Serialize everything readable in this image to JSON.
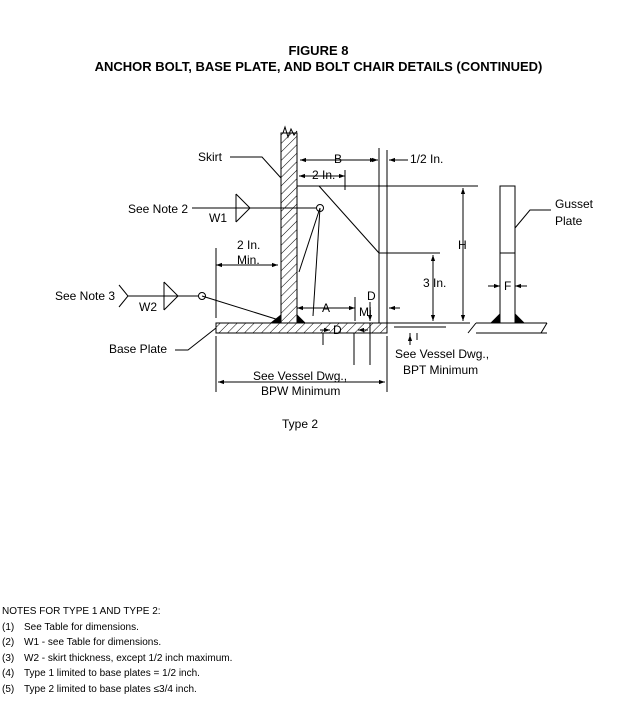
{
  "figure": {
    "number": "FIGURE 8",
    "title": "ANCHOR BOLT, BASE PLATE, AND BOLT CHAIR DETAILS (CONTINUED)"
  },
  "labels": {
    "skirt": "Skirt",
    "see_note_2": "See Note 2",
    "w1": "W1",
    "see_note_3": "See Note 3",
    "w2": "W2",
    "base_plate": "Base Plate",
    "two_in_min_1": "2 In.",
    "two_in_min_2": "Min.",
    "b": "B",
    "two_in": "2 In.",
    "half_in": "1/2 In.",
    "gusset_1": "Gusset",
    "gusset_2": "Plate",
    "h": "H",
    "three_in": "3 In.",
    "f": "F",
    "a": "A",
    "d_upper": "D",
    "mi": "Mi",
    "d_lower": "D",
    "bpt_1": "See Vessel Dwg.,",
    "bpt_2": "BPT Minimum",
    "bpw_1": "See Vessel Dwg.,",
    "bpw_2": "BPW Minimum",
    "type": "Type 2"
  },
  "notes": {
    "heading": "NOTES FOR TYPE 1 AND TYPE 2:",
    "items": [
      {
        "num": "(1)",
        "text": "See Table for dimensions."
      },
      {
        "num": "(2)",
        "text": "W1 - see Table for dimensions."
      },
      {
        "num": "(3)",
        "text": "W2 - skirt thickness, except 1/2 inch maximum."
      },
      {
        "num": "(4)",
        "text": "Type 1 limited to base plates = 1/2 inch."
      },
      {
        "num": "(5)",
        "text": "Type 2 limited to base plates ≤3/4 inch."
      }
    ]
  }
}
